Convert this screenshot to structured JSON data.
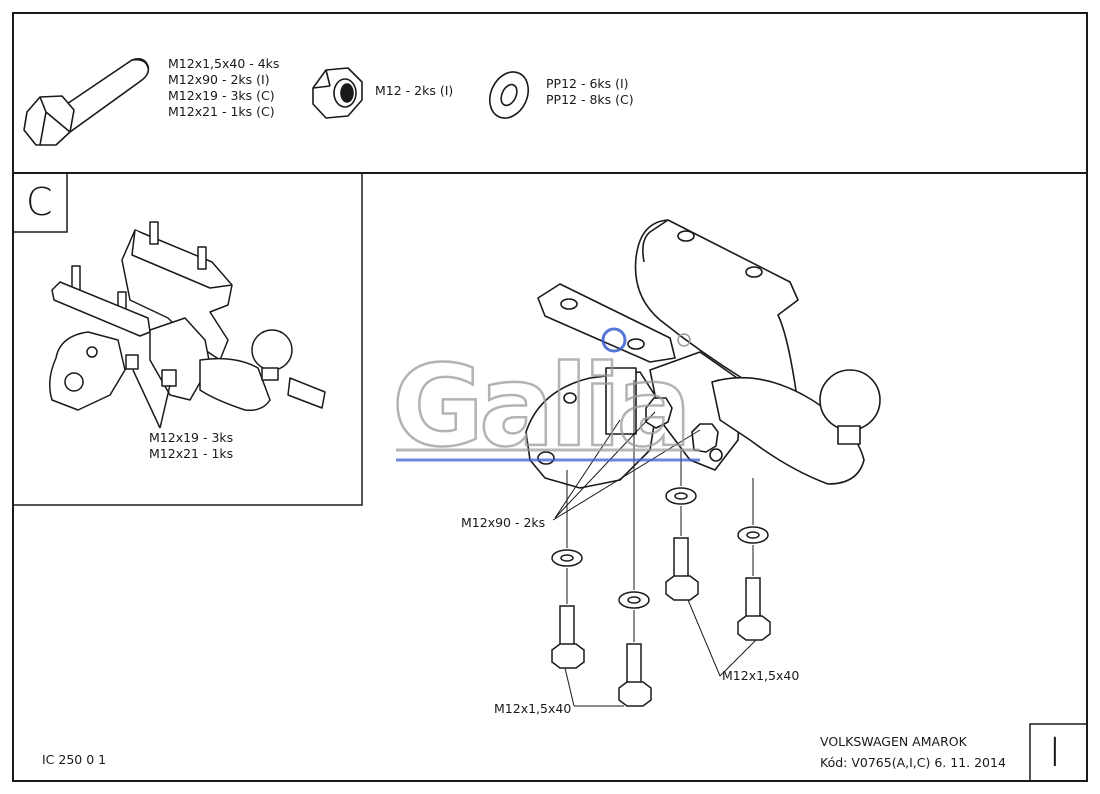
{
  "parts_list": {
    "bolt": [
      "M12x1,5x40 - 4ks",
      "M12x90 - 2ks (I)",
      "M12x19 - 3ks (C)",
      "M12x21 - 1ks (C)"
    ],
    "nut": "M12 - 2ks (I)",
    "washer": [
      "PP12 - 6ks (I)",
      "PP12 - 8ks (C)"
    ]
  },
  "detail_view": {
    "letter": "C",
    "callout": [
      "M12x19 - 3ks",
      "M12x21 - 1ks"
    ]
  },
  "main_view": {
    "watermark": "Galia",
    "callouts": {
      "m12x90": "M12x90 - 2ks",
      "bolts_right": "M12x1,5x40",
      "bolts_left": "M12x1,5x40"
    }
  },
  "footer": {
    "code": "IC 250 0 1",
    "model": "VOLKSWAGEN AMAROK",
    "kod": "Kód: V0765(A,I,C)  6. 11. 2014",
    "sheet_letter": "I"
  },
  "colors": {
    "line": "#1a1a1a",
    "watermark_blue": "#3a5fcf",
    "watermark_gray": "#9a9a9a"
  }
}
